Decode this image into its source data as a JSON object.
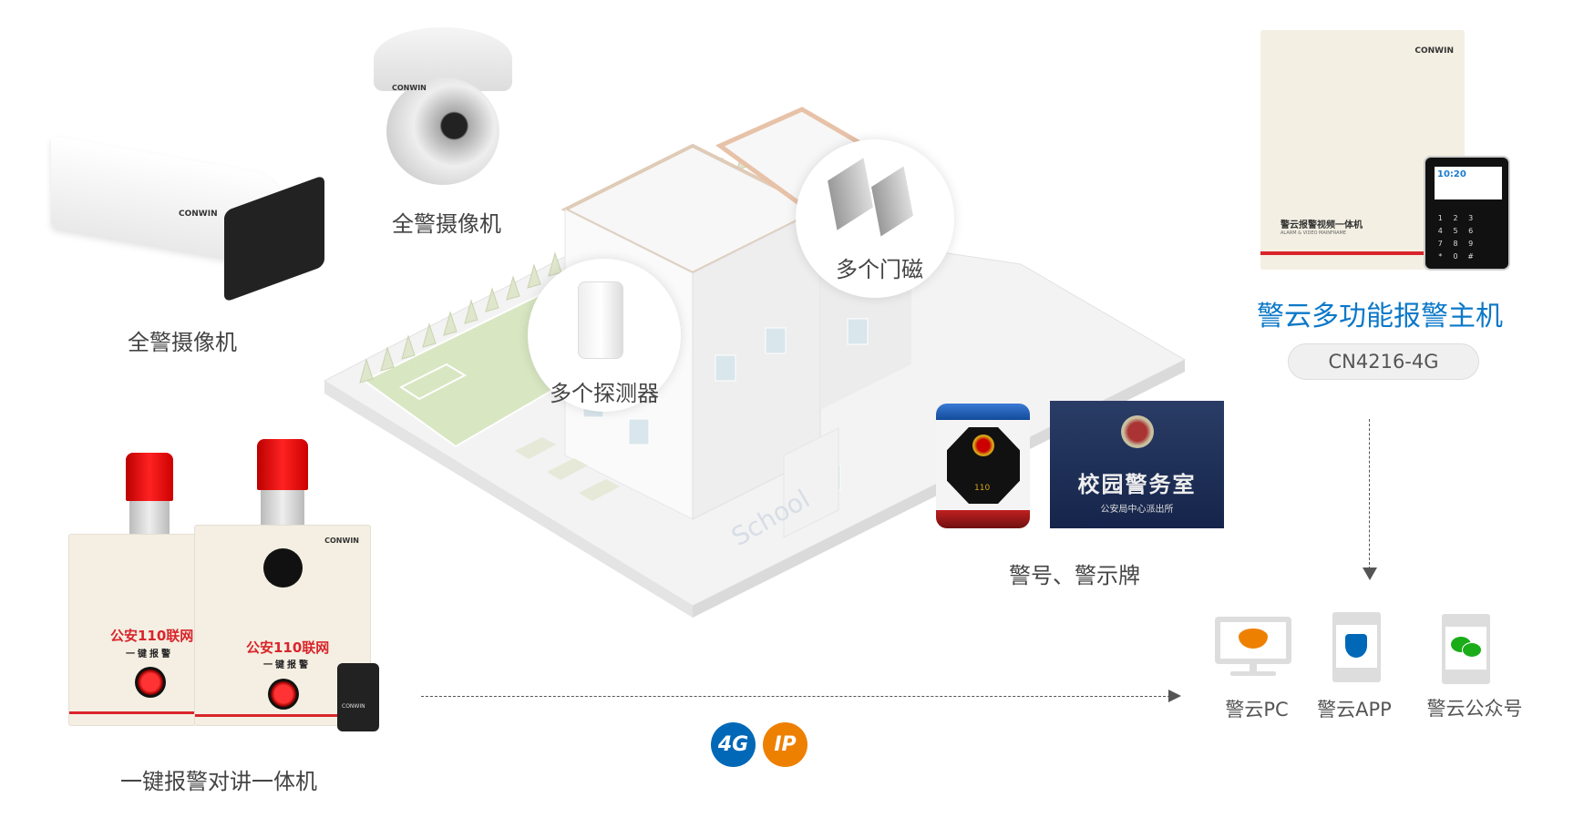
{
  "devices": {
    "bullet_camera": {
      "label": "全警摄像机",
      "brand": "CONWIN"
    },
    "dome_camera": {
      "label": "全警摄像机",
      "brand": "CONWIN"
    },
    "detector": {
      "label": "多个探测器"
    },
    "door_magnet": {
      "label": "多个门磁"
    },
    "siren_sign": {
      "label": "警号、警示牌",
      "sign_title": "校园警务室",
      "sign_subtitle": "公安局中心派出所",
      "siren_number": "110"
    },
    "alarm_box": {
      "label": "一键报警对讲一体机",
      "title": "公安110联网",
      "subtitle": "一键报警",
      "brand": "CONWIN"
    }
  },
  "school_text": "School",
  "host": {
    "title": "警云多功能报警主机",
    "model": "CN4216-4G",
    "panel_title": "警云报警视频一体机",
    "panel_subtitle": "ALARM & VIDEO MAINFRAME",
    "brand": "CONWIN",
    "keypad_time": "10:20",
    "keys": [
      "1",
      "2",
      "3",
      "4",
      "5",
      "6",
      "7",
      "8",
      "9",
      "*",
      "0",
      "#"
    ]
  },
  "network": {
    "badges": [
      {
        "text": "4G",
        "color": "#0068b7"
      },
      {
        "text": "IP",
        "color": "#ee8000"
      }
    ]
  },
  "endpoints": [
    {
      "label": "警云PC",
      "icon": "police-cap-icon",
      "color": "#ee8000"
    },
    {
      "label": "警云APP",
      "icon": "shield-icon",
      "color": "#0068b7"
    },
    {
      "label": "警云公众号",
      "icon": "wechat-icon",
      "color": "#1aad19"
    }
  ],
  "colors": {
    "accent": "#0b78c8",
    "alarm_red": "#d9252b"
  }
}
